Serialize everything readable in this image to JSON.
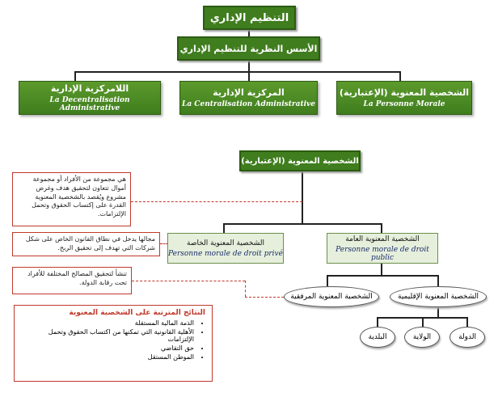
{
  "top": {
    "title": "التنظيم الإداري",
    "subtitle": "الأسس النظرية للتنظيم الإداري"
  },
  "branches": [
    {
      "ar": "اللامركزية الإدارية",
      "fr": "La Decentralisation Administrative"
    },
    {
      "ar": "المركزية الإدارية",
      "fr": "La Centralisation Administrative"
    },
    {
      "ar": "الشخصية المعنوية (الإعتبارية)",
      "fr": "La Personne Morale"
    }
  ],
  "second": {
    "title": "الشخصية المعنوية (الإعتبارية)",
    "private": {
      "ar": "الشخصية المعنوية الخاصة",
      "fr": "Personne morale de droit privé"
    },
    "public": {
      "ar": "الشخصية المعنوية العامة",
      "fr": "Personne morale de droit public"
    },
    "functional": "الشخصية المعنوية المرفقية",
    "territorial": "الشخصية المعنوية الإقليمية",
    "levels": [
      "البلدية",
      "الولاية",
      "الدولة"
    ]
  },
  "notes": {
    "definition": "هي مجموعة من الأفراد أو مجموعة أموال تتعاون لتحقيق هدف وغرض مشروع ويُقصد بالشخصية المعنوية القدرة على إكتساب الحقوق وتحمل الإلتزامات.",
    "private_note": "مجالها يدخل في نطاق القانون الخاص على شكل شركات التي تهدف إلى تحقيق الربح.",
    "functional_note": "تنشأ لتحقيق المصالح المختلفة للأفراد تحت رقابة الدولة."
  },
  "results": {
    "title": "النتائج المترتبة على الشخصية المعنوية",
    "items": [
      "الذمة المالية المستقلة",
      "الأهلية القانونية التي تمكنها من اكتساب الحقوق وتحمل الإلتزامات",
      "حق التقاضي",
      "الموطن المستقل"
    ]
  },
  "colors": {
    "green": "#3f7d1e",
    "light_green": "#e6efdc",
    "note_border": "#c0392b"
  }
}
